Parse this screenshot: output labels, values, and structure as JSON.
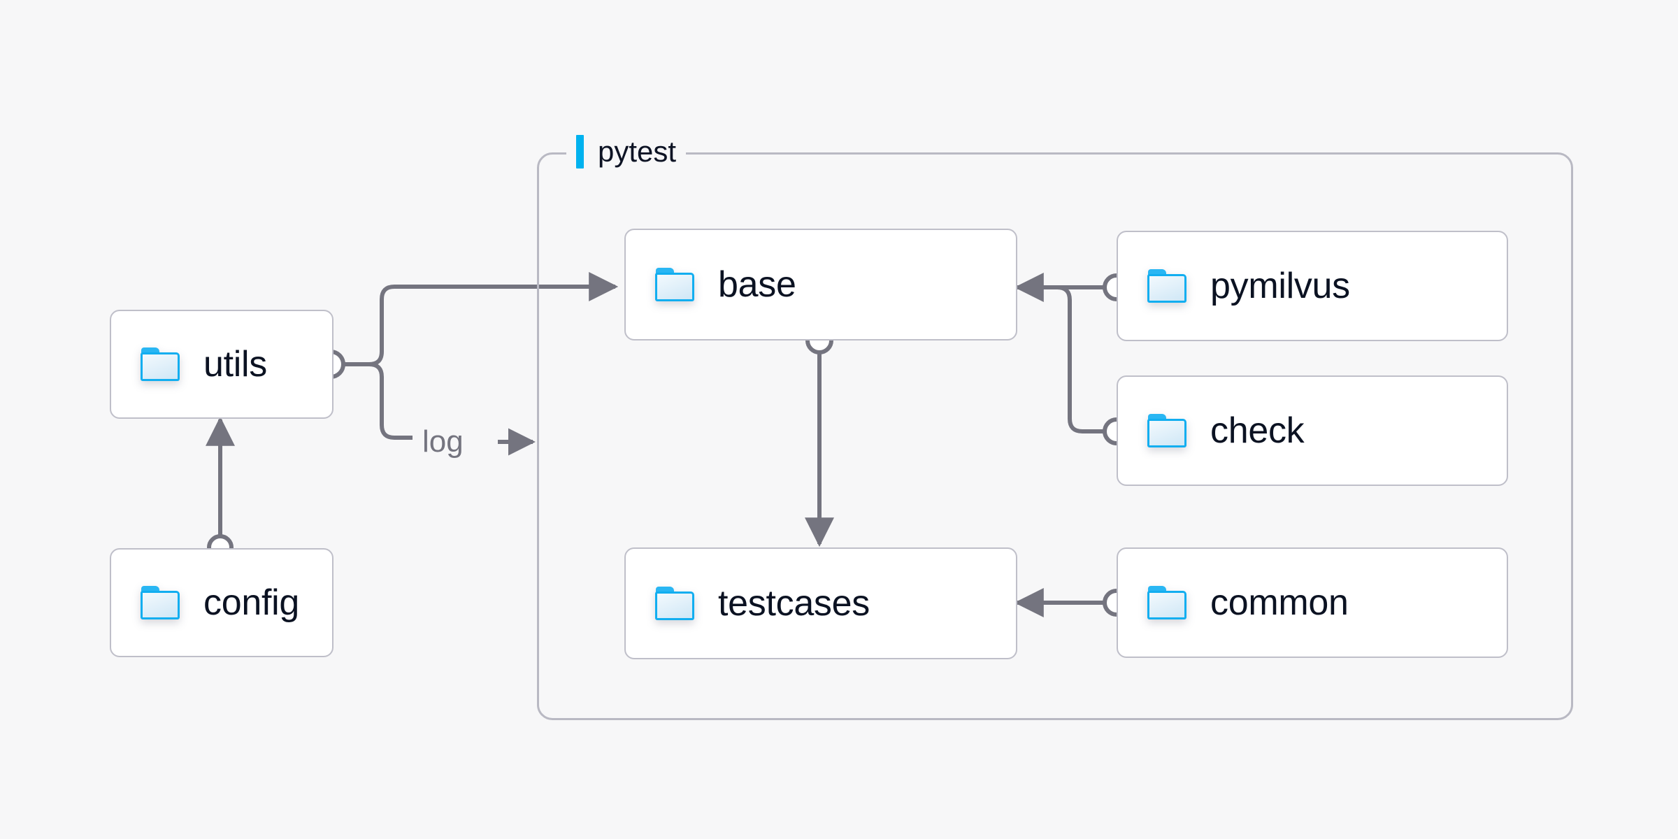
{
  "diagram": {
    "title": "pytest",
    "background_color": "#f7f7f8",
    "accent_color": "#00b2ef",
    "node_border_color": "#bfbfc9",
    "edge_color": "#74747f",
    "group_border_color": "#b9b9c3",
    "label_color": "#0b1222"
  },
  "group": {
    "label": "pytest",
    "accent_name": "accent-bar"
  },
  "nodes": [
    {
      "id": "utils",
      "label": "utils",
      "icon": "folder-icon",
      "inside_group": false
    },
    {
      "id": "config",
      "label": "config",
      "icon": "folder-icon",
      "inside_group": false
    },
    {
      "id": "base",
      "label": "base",
      "icon": "folder-icon",
      "inside_group": true
    },
    {
      "id": "testcases",
      "label": "testcases",
      "icon": "folder-icon",
      "inside_group": true
    },
    {
      "id": "pymilvus",
      "label": "pymilvus",
      "icon": "folder-icon",
      "inside_group": true
    },
    {
      "id": "check",
      "label": "check",
      "icon": "folder-icon",
      "inside_group": true
    },
    {
      "id": "common",
      "label": "common",
      "icon": "folder-icon",
      "inside_group": true
    }
  ],
  "edges": [
    {
      "id": "config-utils",
      "from": "config",
      "to": "utils",
      "label": ""
    },
    {
      "id": "utils-base",
      "from": "utils",
      "to": "base",
      "label": ""
    },
    {
      "id": "utils-log",
      "from": "utils",
      "to": "pytest",
      "label": "log"
    },
    {
      "id": "base-testcases",
      "from": "base",
      "to": "testcases",
      "label": ""
    },
    {
      "id": "pymilvus-base",
      "from": "pymilvus",
      "to": "base",
      "label": ""
    },
    {
      "id": "check-base",
      "from": "check",
      "to": "base",
      "label": ""
    },
    {
      "id": "common-testcases",
      "from": "common",
      "to": "testcases",
      "label": ""
    }
  ],
  "edge_labels": {
    "log": "log"
  }
}
